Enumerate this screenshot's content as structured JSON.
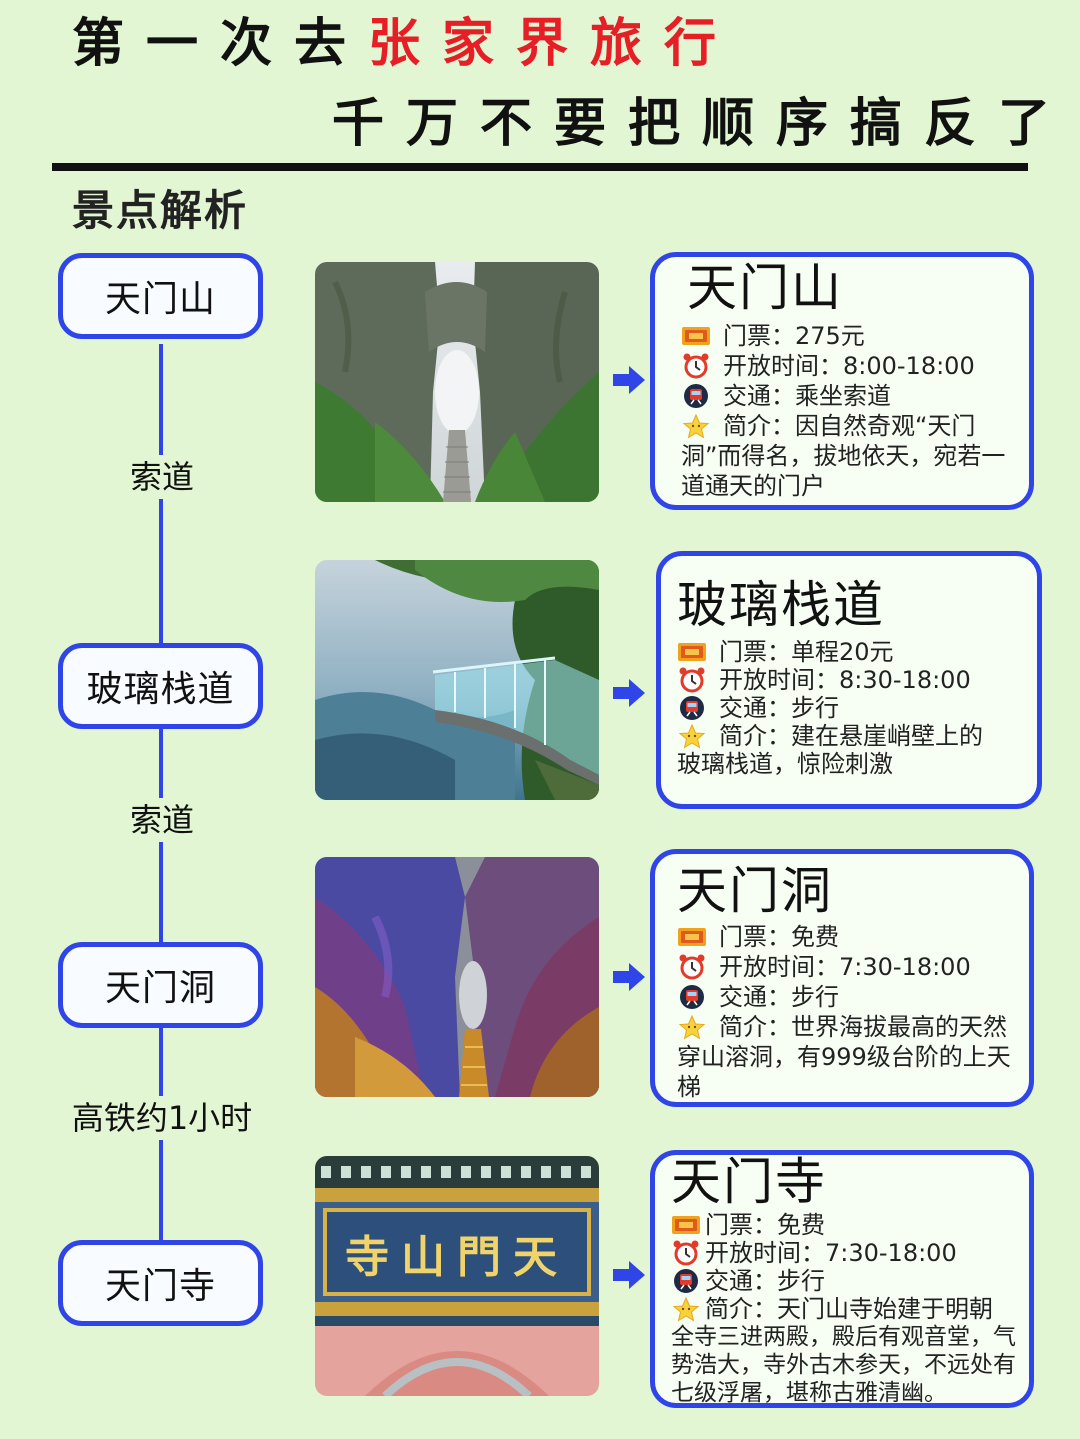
{
  "header": {
    "line1_prefix": "第一次去",
    "line1_highlight": "张家界旅行",
    "line2": "千万不要把顺序搞反了"
  },
  "section_title": "景点解析",
  "timeline": {
    "stops": [
      "天门山",
      "玻璃栈道",
      "天门洞",
      "天门寺"
    ],
    "connectors": [
      "索道",
      "索道",
      "高铁约1小时"
    ]
  },
  "labels": {
    "ticket": "门票：",
    "hours": "开放时间：",
    "transport": "交通：",
    "intro": "简介："
  },
  "icons": [
    "ticket-icon",
    "alarm-clock-icon",
    "metro-icon",
    "star-icon",
    "arrow-right-icon"
  ],
  "colors": {
    "accent_blue": "#2f45e8",
    "highlight_red": "#e61f26",
    "background": "#e2f6d4"
  },
  "attractions": [
    {
      "name": "天门山",
      "ticket": "275元",
      "hours": "8:00-18:00",
      "transport": "乘坐索道",
      "intro_line1": "因自然奇观“天门",
      "intro_rest": "洞”而得名，拔地依天，宛若一道通天的门户"
    },
    {
      "name": "玻璃栈道",
      "ticket": "单程20元",
      "hours": "8:30-18:00",
      "transport": "步行",
      "intro_line1": "建在悬崖峭壁上的",
      "intro_rest": "玻璃栈道，惊险刺激"
    },
    {
      "name": "天门洞",
      "ticket": "免费",
      "hours": "7:30-18:00",
      "transport": "步行",
      "intro_line1": "世界海拔最高的天然",
      "intro_rest": "穿山溶洞，有999级台阶的上天梯"
    },
    {
      "name": "天门寺",
      "ticket": "免费",
      "hours": "7:30-18:00",
      "transport": "步行",
      "intro_line1": "天门山寺始建于明朝",
      "intro_rest": "全寺三进两殿，殿后有观音堂，气势浩大，寺外古木参天，不远处有七级浮屠，堪称古雅清幽。"
    }
  ],
  "temple_plaque": "寺山門天"
}
